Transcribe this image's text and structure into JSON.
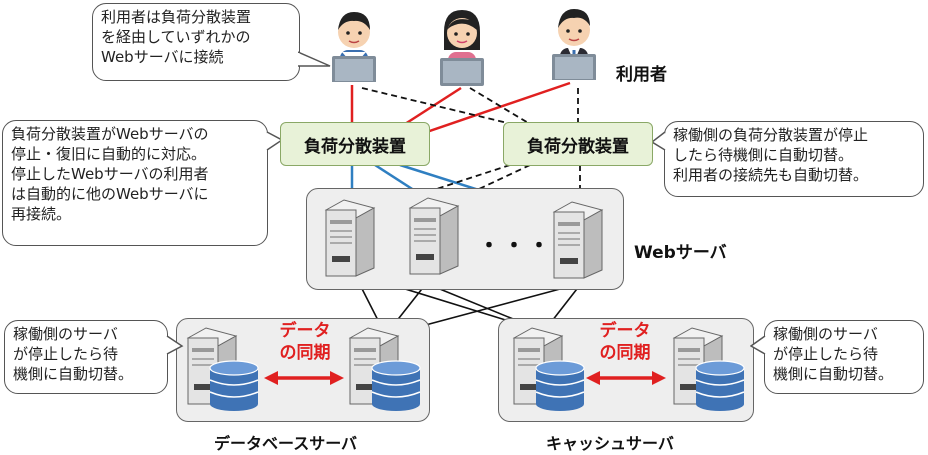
{
  "users": {
    "label": "利用者",
    "callout": "利用者は負荷分散装置\nを経由していずれかの\nWebサーバに接続"
  },
  "load_balancers": {
    "primary_label": "負荷分散装置",
    "standby_label": "負荷分散装置",
    "left_callout": "負荷分散装置がWebサーバの\n停止・復旧に自動的に対応。\n停止したWebサーバの利用者\nは自動的に他のWebサーバに\n再接続。",
    "right_callout": "稼働側の負荷分散装置が停止\nしたら待機側に自動切替。\n利用者の接続先も自動切替。"
  },
  "web_servers": {
    "label": "Webサーバ",
    "ellipsis": "・・・"
  },
  "database": {
    "label": "データベースサーバ",
    "sync_label": "データ\nの同期",
    "callout": "稼働側のサーバ\nが停止したら待\n機側に自動切替。"
  },
  "cache": {
    "label": "キャッシュサーバ",
    "sync_label": "データ\nの同期",
    "callout": "稼働側のサーバ\nが停止したら待\n機側に自動切替。"
  },
  "colors": {
    "active_link": "#e02020",
    "web_link": "#2f7fc1",
    "standby_link": "#111111",
    "lb_fill": "#e8f2d8",
    "db_blue": "#3f73b5"
  }
}
